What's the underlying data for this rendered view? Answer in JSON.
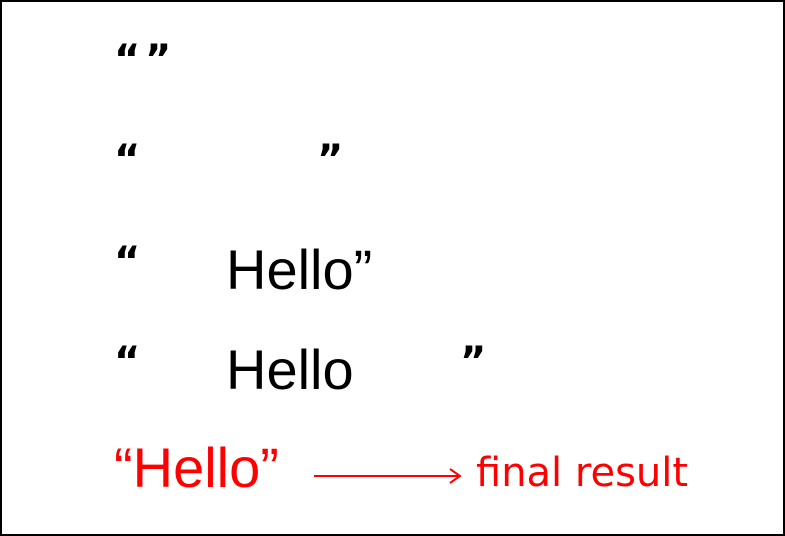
{
  "colors": {
    "text": "#000000",
    "accent": "#ff0000",
    "background": "#ffffff"
  },
  "steps": [
    {
      "open": "“",
      "close": "”"
    },
    {
      "open": "“",
      "close": "”"
    },
    {
      "open": "“",
      "word": "Hello”"
    },
    {
      "open": "“",
      "word": "Hello",
      "close": "”"
    }
  ],
  "final": {
    "text": "“Hello”",
    "arrow_icon": "right-arrow-icon",
    "label": "final result"
  }
}
